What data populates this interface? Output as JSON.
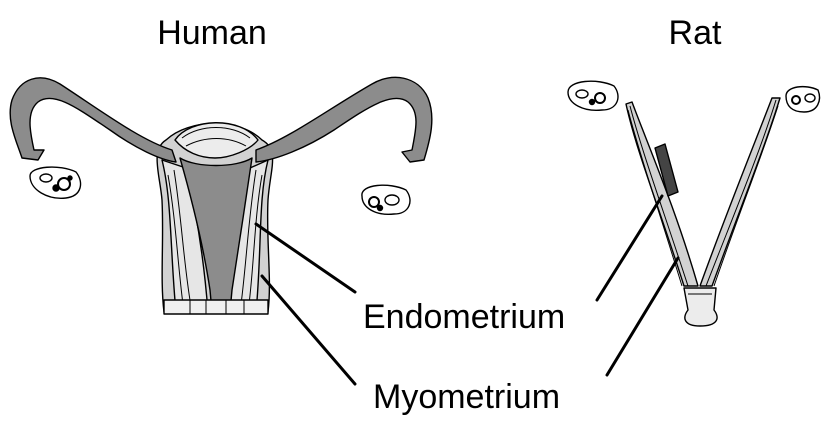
{
  "titles": {
    "human": "Human",
    "rat": "Rat"
  },
  "labels": {
    "endometrium": "Endometrium",
    "myometrium": "Myometrium"
  },
  "colors": {
    "endometrium_fill": "#8c8c8c",
    "myometrium_fill": "#d2d2d2",
    "outline": "#000000",
    "background": "#ffffff"
  }
}
